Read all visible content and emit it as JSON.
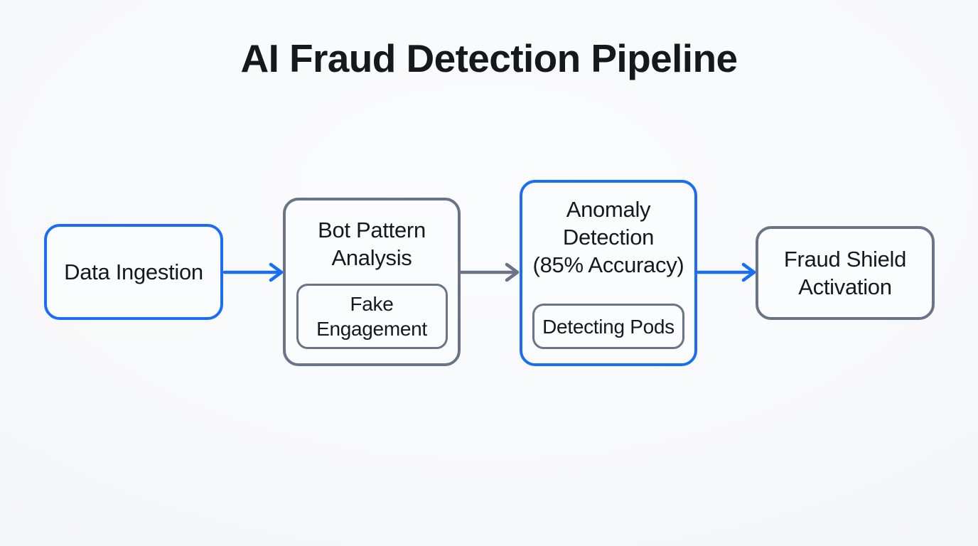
{
  "title": "AI Fraud Detection Pipeline",
  "colors": {
    "blue_accent": "#1a6ef5",
    "gray_accent": "#697586",
    "text": "#16181c",
    "node_fill": "#fbfcfe",
    "background": "#f6f7fa"
  },
  "nodes": [
    {
      "id": "data-ingestion",
      "label": "Data Ingestion",
      "label_lines": [
        "Data Ingestion"
      ],
      "border_color": "blue"
    },
    {
      "id": "bot-pattern-analysis",
      "label": "Bot Pattern Analysis",
      "label_lines": [
        "Bot Pattern",
        "Analysis"
      ],
      "border_color": "gray",
      "child": {
        "label": "Fake Engagement",
        "label_lines": [
          "Fake",
          "Engagement"
        ],
        "border_color": "gray"
      }
    },
    {
      "id": "anomaly-detection",
      "label": "Anomaly Detection (85% Accuracy)",
      "label_lines": [
        "Anomaly",
        "Detection",
        "(85% Accuracy)"
      ],
      "border_color": "blue",
      "child": {
        "label": "Detecting Pods",
        "label_lines": [
          "Detecting Pods"
        ],
        "border_color": "gray"
      }
    },
    {
      "id": "fraud-shield-activation",
      "label": "Fraud Shield Activation",
      "label_lines": [
        "Fraud Shield",
        "Activation"
      ],
      "border_color": "gray"
    }
  ],
  "edges": [
    {
      "from": "data-ingestion",
      "to": "bot-pattern-analysis",
      "color": "blue"
    },
    {
      "from": "bot-pattern-analysis",
      "to": "anomaly-detection",
      "color": "gray"
    },
    {
      "from": "anomaly-detection",
      "to": "fraud-shield-activation",
      "color": "blue"
    }
  ]
}
